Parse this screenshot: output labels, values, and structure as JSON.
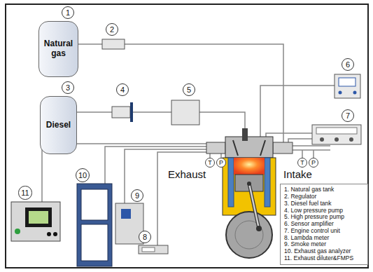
{
  "diagram": {
    "nodes": [
      {
        "text": [
          "1"
        ]
      },
      {
        "text": [
          "Natural gas"
        ]
      },
      {
        "text": [
          "2"
        ]
      },
      {
        "text": [
          "3"
        ]
      },
      {
        "text": [
          "Diesel"
        ]
      },
      {
        "text": [
          "4"
        ]
      },
      {
        "text": [
          "5"
        ]
      },
      {
        "text": [
          "6"
        ]
      },
      {
        "text": [
          "7"
        ]
      },
      {
        "text": [
          "11"
        ]
      },
      {
        "text": [
          "10"
        ]
      },
      {
        "text": [
          "9"
        ]
      },
      {
        "text": [
          "T"
        ]
      },
      {
        "text": [
          "P"
        ]
      },
      {
        "text": [
          "T"
        ]
      },
      {
        "text": [
          "P"
        ]
      },
      {
        "text": [
          "8"
        ]
      },
      {
        "text": [
          "1. Natural gas tank",
          "2. Regulator",
          "3. Diesel fuel tank",
          "4. Low pressure pump",
          "5. High pressure pump",
          "6. Sensor amplifier",
          "7. Engine control unit",
          "8. Lambda meter",
          "9. Smoke meter",
          "10. Exhaust gas analyzer",
          "11. Exhaust diluter&FMPS"
        ]
      }
    ],
    "labels": [
      "Exhaust",
      "Intake"
    ]
  }
}
